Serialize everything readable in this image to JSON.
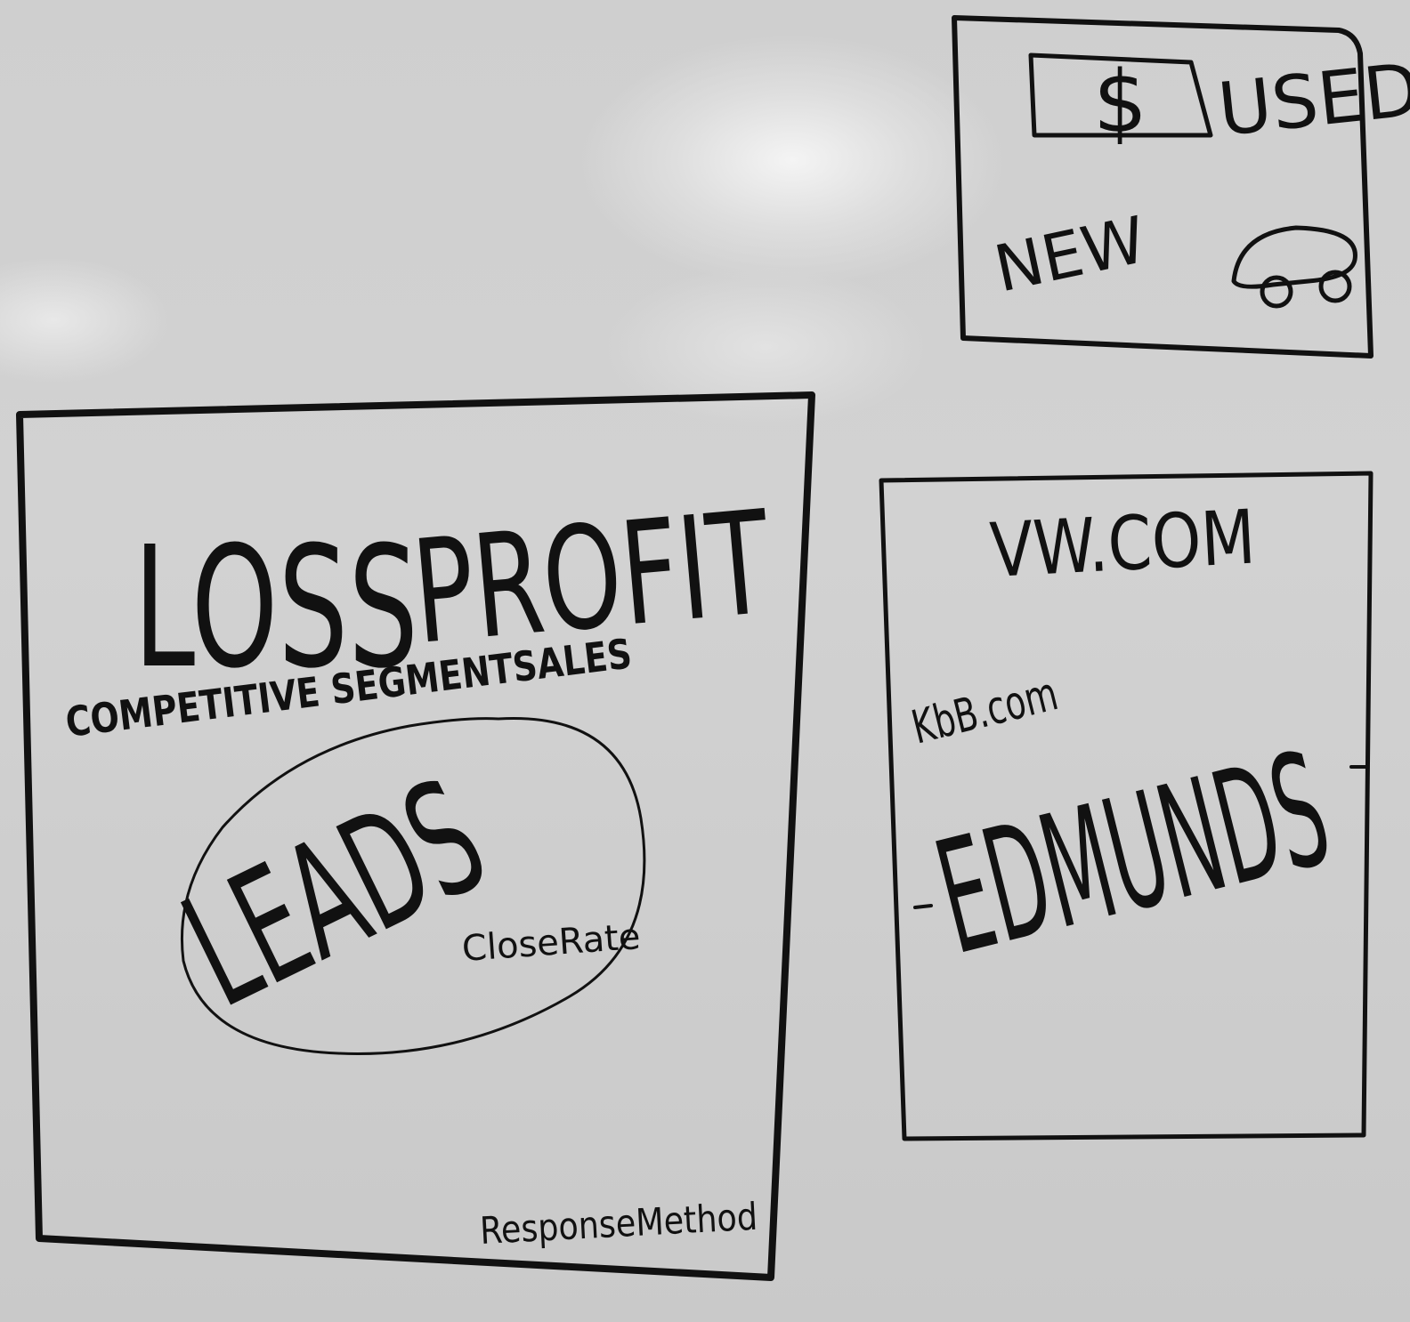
{
  "top_right_sketch": {
    "dollar": "$",
    "used": "USED",
    "new": "NEW"
  },
  "left_sketch": {
    "loss": "LOSS",
    "profit": "PROFIT",
    "competitive_segment_sales": "COMPETITIVE SEGMENTSALES",
    "leads": "LEADS",
    "close_rate": "CloseRate",
    "response_method": "ResponseMethod"
  },
  "right_sketch": {
    "vw": "VW.COM",
    "kbb": "KbB.com",
    "edmunds": "EDMUNDS"
  },
  "colors": {
    "ink": "#111111",
    "board": "#d0d0d0"
  }
}
